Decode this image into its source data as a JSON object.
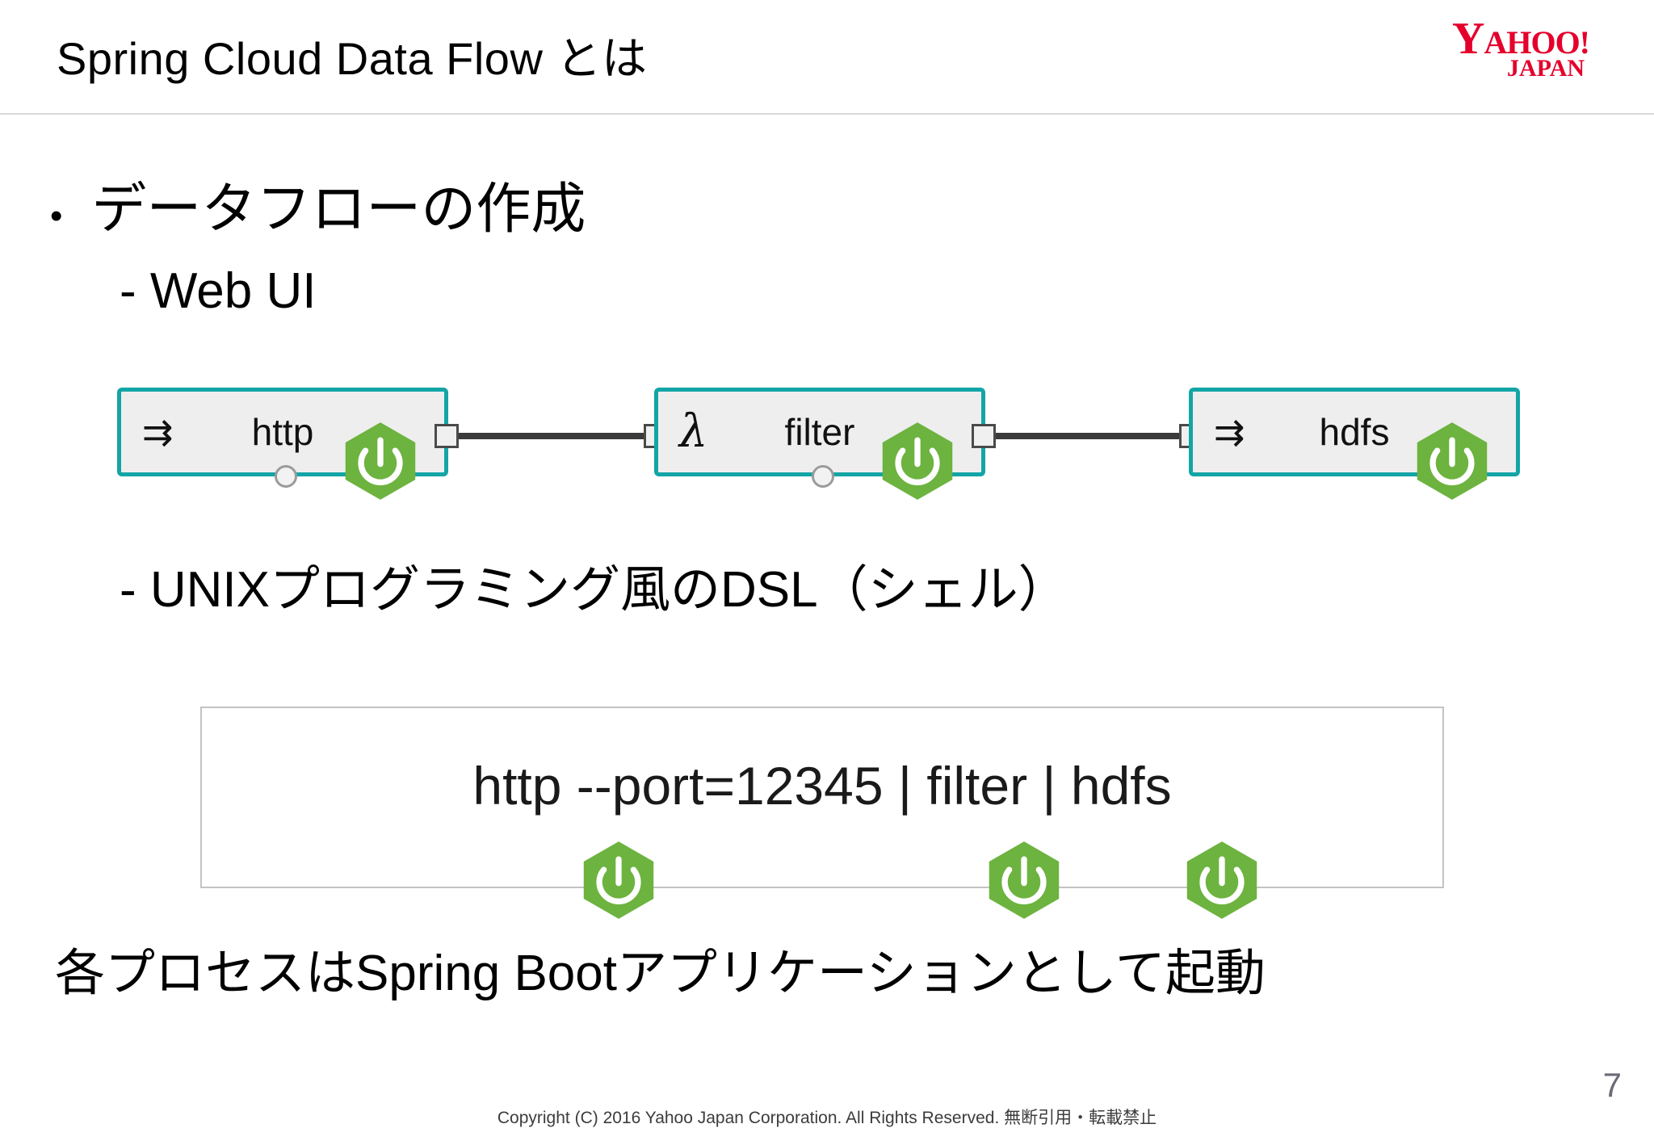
{
  "slide": {
    "title": "Spring Cloud Data Flow とは",
    "page_number": "7",
    "copyright": "Copyright (C) 2016 Yahoo Japan Corporation. All Rights Reserved. 無断引用・転載禁止"
  },
  "logo": {
    "name": "yahoo-japan-logo",
    "main_first": "Y",
    "main_rest": "AHOO!",
    "sub": "JAPAN",
    "color": "#e4002b"
  },
  "content": {
    "bullet_marker": "•",
    "bullet_text": "データフローの作成",
    "sub_item_1": "- Web UI",
    "sub_item_2": "- UNIXプログラミング風のDSL（シェル）",
    "footer_note": "各プロセスはSpring Bootアプリケーションとして起動"
  },
  "flow": {
    "border_color": "#13a5a5",
    "fill_color": "#eeeeee",
    "link_color": "#3a3a3a",
    "nodes": [
      {
        "label": "http",
        "icon": "source-arrow-icon",
        "icon_glyph": "⇉"
      },
      {
        "label": "filter",
        "icon": "lambda-icon",
        "icon_glyph": "λ"
      },
      {
        "label": "hdfs",
        "icon": "sink-arrow-icon",
        "icon_glyph": "⇉"
      }
    ]
  },
  "dsl": {
    "command": "http --port=12345 | filter | hdfs",
    "badge_count": 3
  },
  "spring_boot": {
    "icon_name": "spring-boot-power-icon",
    "hex_color": "#6db33f",
    "glyph_color": "#ffffff"
  }
}
